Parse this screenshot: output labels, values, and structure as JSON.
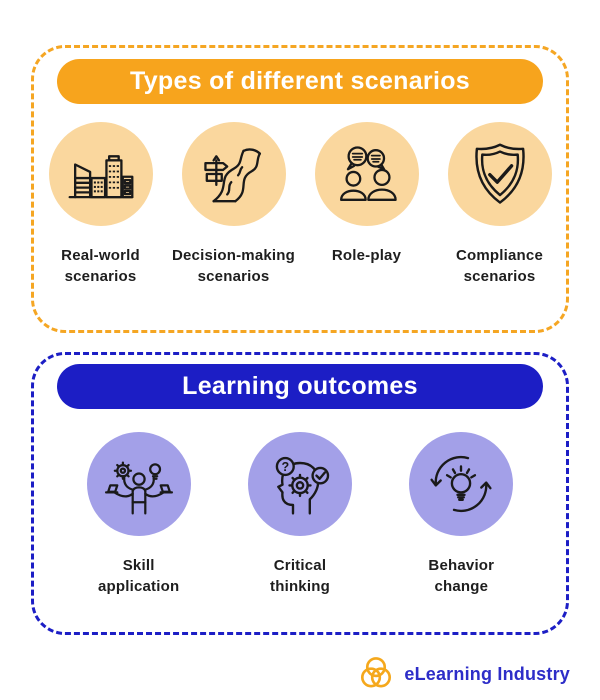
{
  "colors": {
    "accent_orange": "#F7A41D",
    "accent_orange_light": "#FAD79E",
    "accent_blue": "#1C1EC5",
    "accent_purple_light": "#A3A0E8",
    "ink": "#1E1E1E",
    "logo_orange": "#F5A81C",
    "logo_blue": "#2D2DC8"
  },
  "scenarios": {
    "title": "Types of different scenarios",
    "items": [
      {
        "icon": "city-buildings-icon",
        "lines": [
          "Real-world",
          "scenarios"
        ]
      },
      {
        "icon": "winding-road-signpost-icon",
        "lines": [
          "Decision-making",
          "scenarios"
        ]
      },
      {
        "icon": "role-play-conversation-icon",
        "lines": [
          "Role-play"
        ]
      },
      {
        "icon": "shield-check-icon",
        "lines": [
          "Compliance",
          "scenarios"
        ]
      }
    ]
  },
  "outcomes": {
    "title": "Learning outcomes",
    "items": [
      {
        "icon": "skill-application-icon",
        "lines": [
          "Skill",
          "application"
        ]
      },
      {
        "icon": "critical-thinking-icon",
        "lines": [
          "Critical",
          "thinking"
        ]
      },
      {
        "icon": "behavior-change-icon",
        "lines": [
          "Behavior",
          "change"
        ]
      }
    ]
  },
  "footer": {
    "brand_name": "eLearning Industry"
  }
}
